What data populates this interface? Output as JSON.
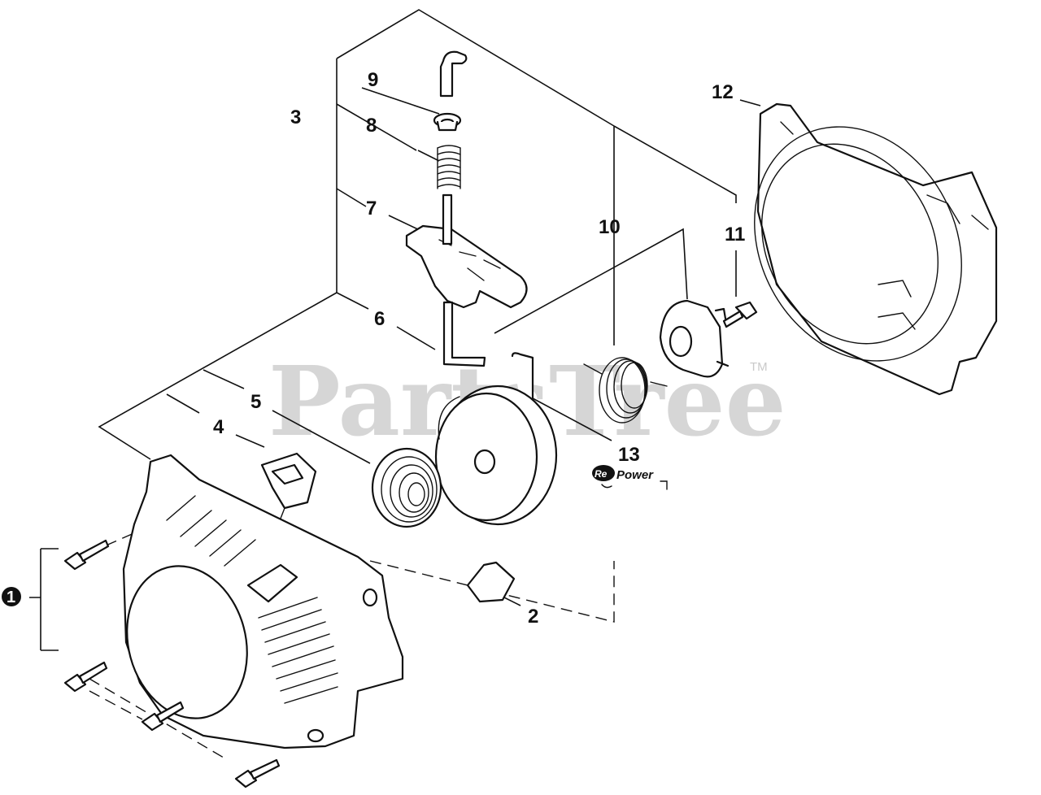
{
  "watermark": {
    "text": "PartsTree",
    "trademark": "TM"
  },
  "logo": {
    "prefix": "Re",
    "text": "Power"
  },
  "callouts": {
    "c1": "1",
    "c2": "2",
    "c3": "3",
    "c4": "4",
    "c5": "5",
    "c6": "6",
    "c7": "7",
    "c8": "8",
    "c9": "9",
    "c10": "10",
    "c11": "11",
    "c12": "12",
    "c13": "13"
  }
}
